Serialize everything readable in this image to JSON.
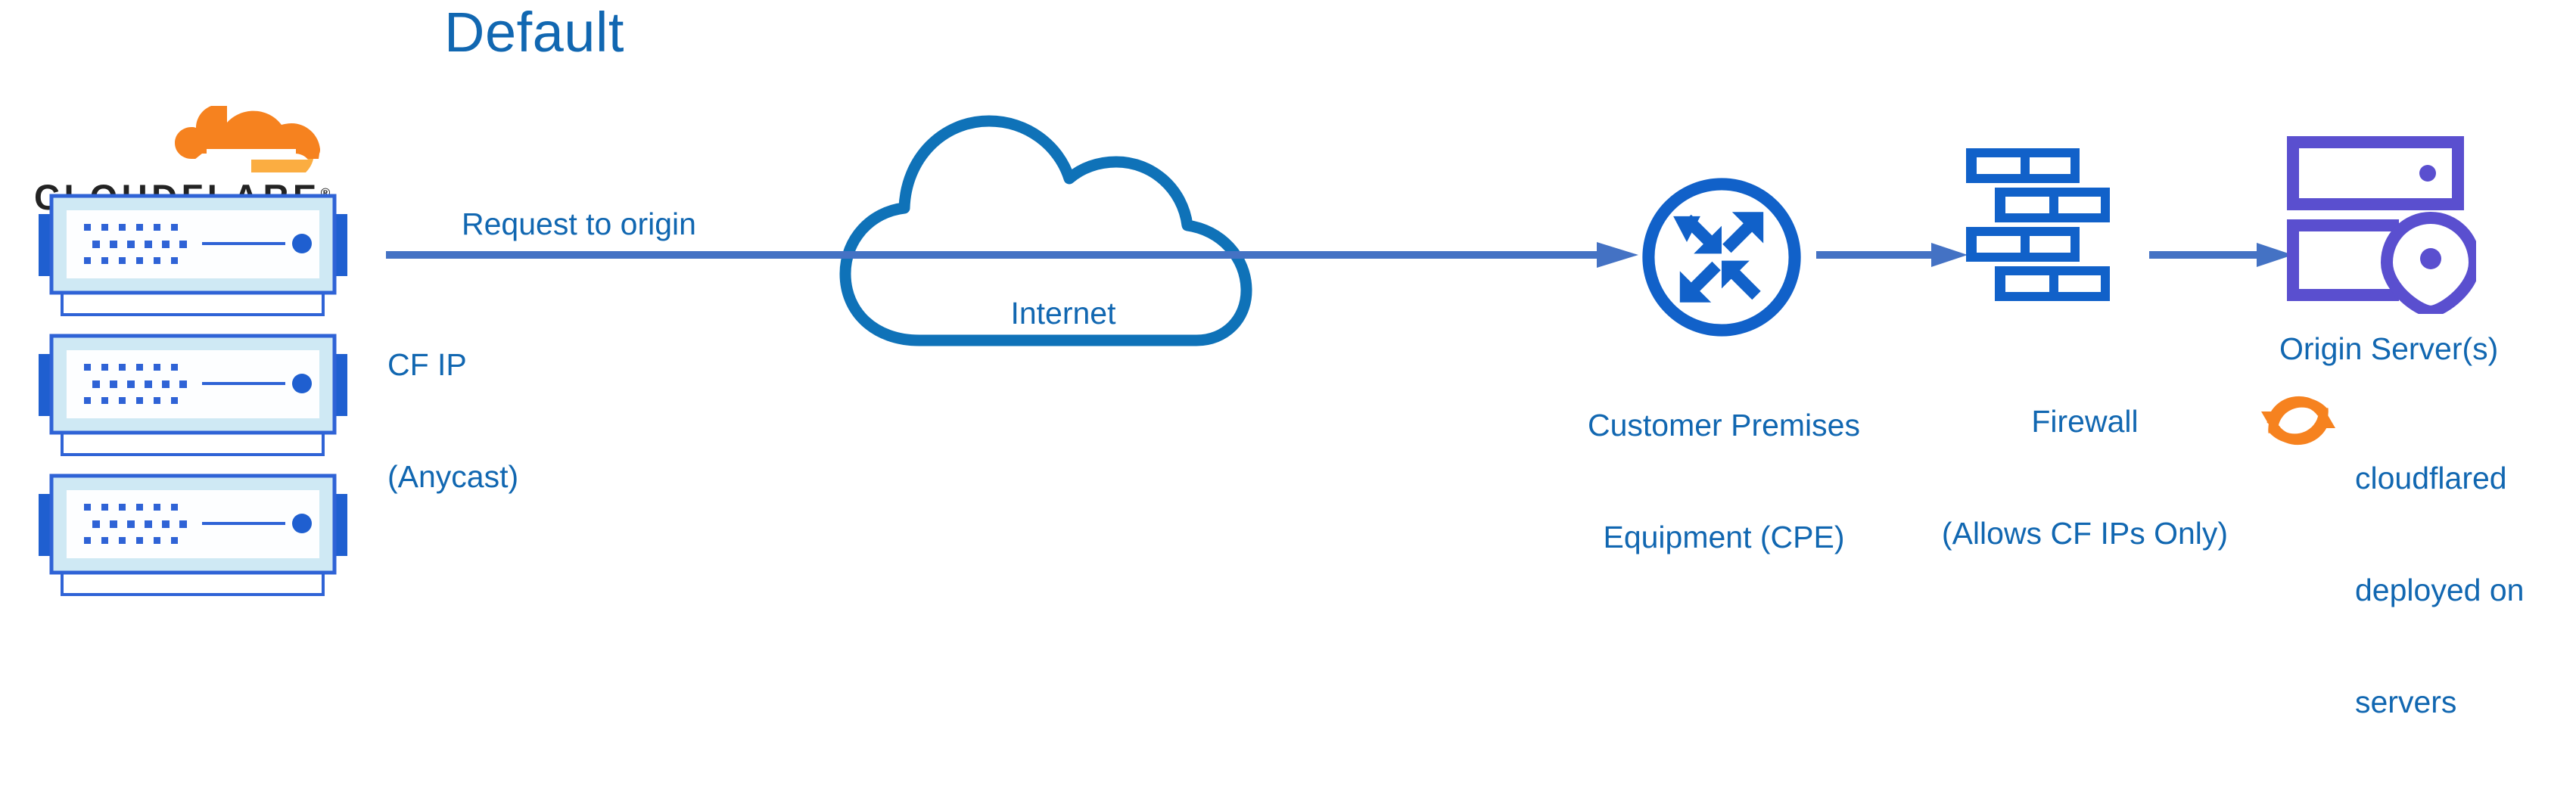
{
  "diagram": {
    "title": "Default",
    "brand": {
      "wordmark": "CLOUDFLARE",
      "registered_mark": "®",
      "logo_icon": "cloudflare-cloud-logo"
    },
    "colors": {
      "title_blue": "#1167b1",
      "label_blue": "#1167b1",
      "arrow_blue": "#4472c4",
      "cloud_blue": "#0f72b8",
      "node_blue": "#1161c9",
      "server_blue": "#1f5fd0",
      "server_panel": "#cfe9f4",
      "origin_purple": "#5a4fcf",
      "cloudflare_orange": "#f6821f",
      "cloudflare_orange_light": "#fbad41",
      "wordmark_black": "#232323",
      "background": "#ffffff"
    },
    "flow": {
      "main_arrow_label": "Request to origin",
      "source_label_line1": "CF IP",
      "source_label_line2": "(Anycast)"
    },
    "nodes": [
      {
        "id": "cloudflare-edge",
        "icon": "server-stack-icon",
        "count": 3,
        "label": "CF IP\n(Anycast)"
      },
      {
        "id": "internet",
        "icon": "cloud-icon",
        "label": "Internet"
      },
      {
        "id": "cpe",
        "icon": "router-icon",
        "label_line1": "Customer Premises",
        "label_line2": "Equipment (CPE)"
      },
      {
        "id": "firewall",
        "icon": "brick-wall-icon",
        "label_line1": "Firewall",
        "label_line2": "(Allows CF IPs Only)"
      },
      {
        "id": "origin",
        "icon": "origin-server-icon",
        "label": "Origin Server(s)"
      }
    ],
    "annotation": {
      "icon": "sync-refresh-icon",
      "line1": "cloudflared",
      "line2": "deployed on",
      "line3": "servers"
    }
  }
}
